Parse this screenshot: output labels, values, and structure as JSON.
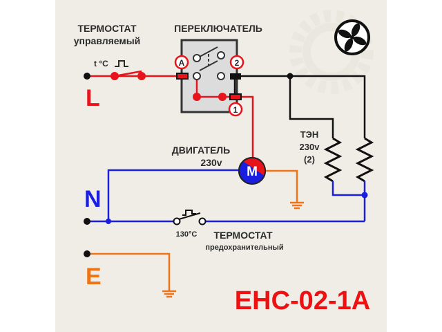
{
  "colors": {
    "background": "#efede6",
    "phase": "#e8141b",
    "neutral": "#1a1ee0",
    "earth": "#f07318",
    "wire": "#111111",
    "switch_box": "#dcdcdc",
    "title": "#ee1111"
  },
  "thermostat_controlled": {
    "title": "ТЕРМОСТАТ",
    "subtitle": "управляемый",
    "symbol": "t °C"
  },
  "switch": {
    "title": "ПЕРЕКЛЮЧАТЕЛЬ",
    "terminal_a": "A",
    "terminal_1": "1",
    "terminal_2": "2"
  },
  "fan": {
    "icon": "fan-icon"
  },
  "heater": {
    "title": "ТЭН",
    "voltage": "230v",
    "count": "(2)"
  },
  "motor": {
    "title": "ДВИГАТЕЛЬ",
    "voltage": "230v",
    "symbol": "M"
  },
  "thermostat_safety": {
    "title": "ТЕРМОСТАТ",
    "subtitle": "предохранительный",
    "temperature": "130°C"
  },
  "lines": {
    "phase": "L",
    "neutral": "N",
    "earth": "E"
  },
  "model": "EHC-02-1A"
}
